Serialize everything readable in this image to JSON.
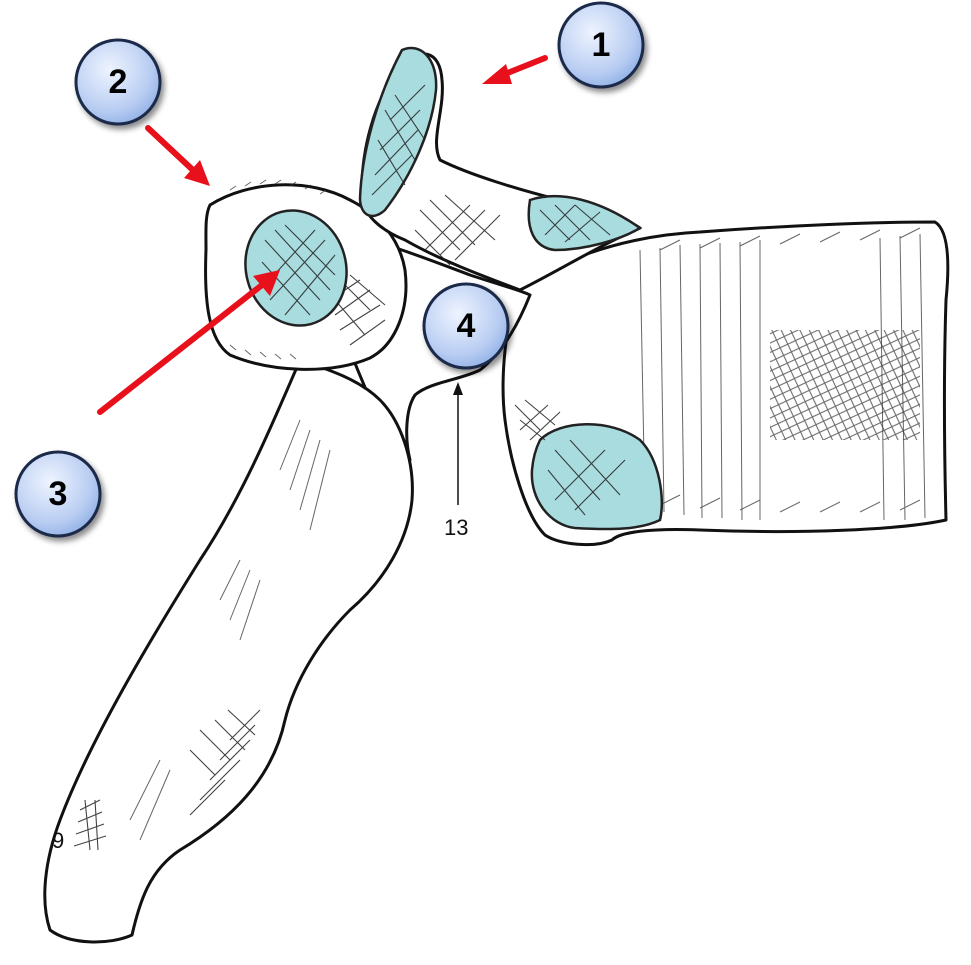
{
  "markers": [
    {
      "id": "1",
      "label": "1"
    },
    {
      "id": "2",
      "label": "2"
    },
    {
      "id": "3",
      "label": "3"
    },
    {
      "id": "4",
      "label": "4"
    }
  ],
  "annotations": {
    "rib_label": "13",
    "spine_label": "9"
  },
  "colors": {
    "facet_fill": "#a9dcdf",
    "arrow": "#e8101a",
    "badge_light": "#e6efff",
    "badge_dark": "#8fb0e6"
  }
}
